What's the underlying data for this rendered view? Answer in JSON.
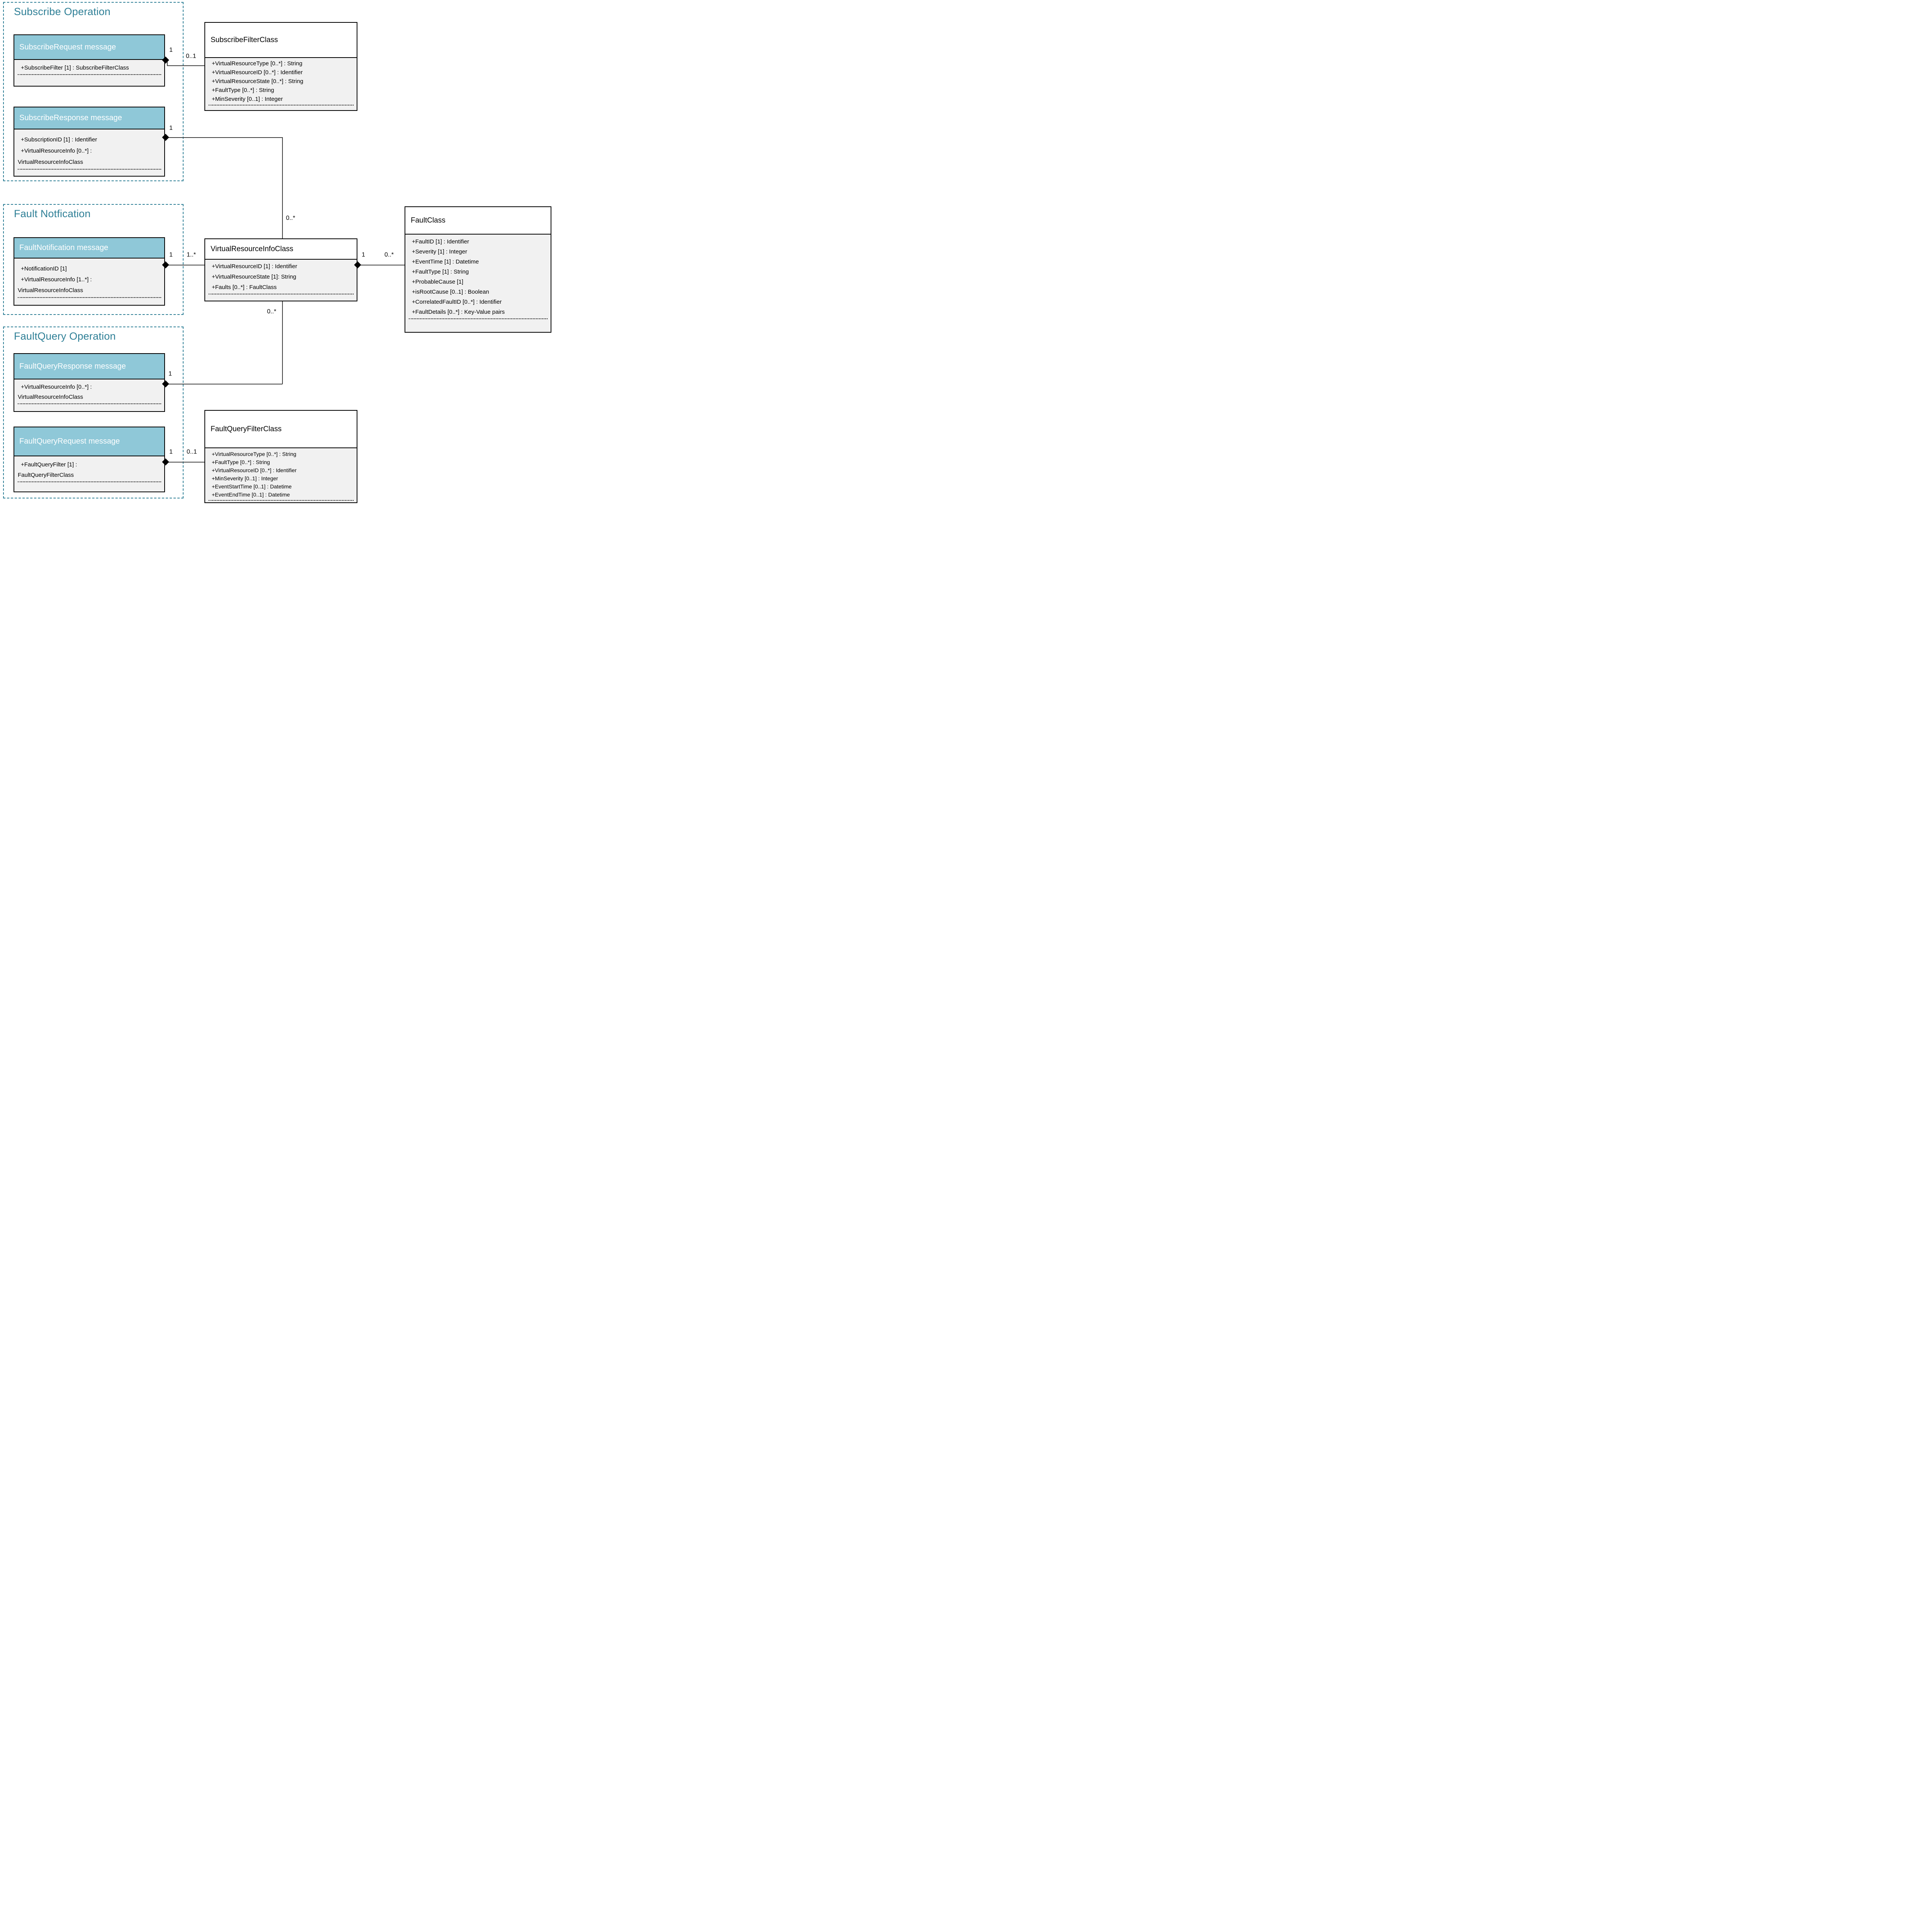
{
  "colors": {
    "group_teal": "#2e7f96",
    "message_header_teal": "#8fc8d8",
    "body_grey": "#f1f1f1",
    "border_black": "#000000",
    "connector_grey": "#404040"
  },
  "groups": [
    {
      "title": "Subscribe Operation"
    },
    {
      "title": "Fault Notfication"
    },
    {
      "title": "FaultQuery Operation"
    }
  ],
  "message_boxes": [
    {
      "title": "SubscribeRequest message",
      "attributes": [
        "+SubscribeFilter [1] : SubscribeFilterClass"
      ]
    },
    {
      "title": "SubscribeResponse message",
      "attributes": [
        "+SubscriptionID [1] : Identifier",
        "+VirtualResourceInfo [0..*] :",
        "VirtualResourceInfoClass"
      ]
    },
    {
      "title": "FaultNotification message",
      "attributes": [
        "+NotificationID [1]",
        "+VirtualResourceInfo [1..*] :",
        "VirtualResourceInfoClass"
      ]
    },
    {
      "title": "FaultQueryResponse message",
      "attributes": [
        "+VirtualResourceInfo [0..*] :",
        "VirtualResourceInfoClass"
      ]
    },
    {
      "title": "FaultQueryRequest message",
      "attributes": [
        "+FaultQueryFilter [1] :",
        "FaultQueryFilterClass"
      ]
    }
  ],
  "class_boxes": [
    {
      "title": "SubscribeFilterClass",
      "attributes": [
        "+VirtualResourceType [0..*] : String",
        "+VirtualResourceID [0..*] : Identifier",
        "+VirtualResourceState [0..*] : String",
        "+FaultType [0..*] : String",
        "+MinSeverity [0..1] : Integer"
      ]
    },
    {
      "title": "VirtualResourceInfoClass",
      "attributes": [
        "+VirtualResourceID [1] : Identifier",
        "+VirtualResourceState [1]: String",
        "+Faults [0..*] : FaultClass"
      ]
    },
    {
      "title": "FaultClass",
      "attributes": [
        "+FaultID [1] : Identifier",
        "+Severity [1] : Integer",
        "+EventTime [1] : Datetime",
        "+FaultType [1] : String",
        "+ProbableCause [1]",
        "+isRootCause [0..1] : Boolean",
        "+CorrelatedFaultID [0..*] : Identifier",
        "+FaultDetails [0..*] : Key-Value pairs"
      ]
    },
    {
      "title": "FaultQueryFilterClass",
      "attributes": [
        "+VirtualResourceType [0..*] : String",
        "+FaultType [0..*] : String",
        "+VirtualResourceID [0..*] : Identifier",
        "+MinSeverity [0..1] : Integer",
        "+EventStartTime [0..1] : Datetime",
        "+EventEndTime [0..1] : Datetime"
      ]
    }
  ],
  "connectors": [
    {
      "from": "SubscribeRequest message",
      "to": "SubscribeFilterClass",
      "from_label": "1",
      "to_label": "0..1"
    },
    {
      "from": "SubscribeResponse message",
      "to": "VirtualResourceInfoClass",
      "from_label": "1",
      "to_label": "0..*"
    },
    {
      "from": "FaultNotification message",
      "to": "VirtualResourceInfoClass",
      "from_label": "1",
      "to_label": "1..*"
    },
    {
      "from": "VirtualResourceInfoClass",
      "to": "FaultClass",
      "from_label": "1",
      "to_label": "0..*"
    },
    {
      "from": "FaultQueryResponse message",
      "to": "VirtualResourceInfoClass",
      "from_label": "1",
      "to_label": "0..*"
    },
    {
      "from": "FaultQueryRequest message",
      "to": "FaultQueryFilterClass",
      "from_label": "1",
      "to_label": "0..1"
    }
  ]
}
